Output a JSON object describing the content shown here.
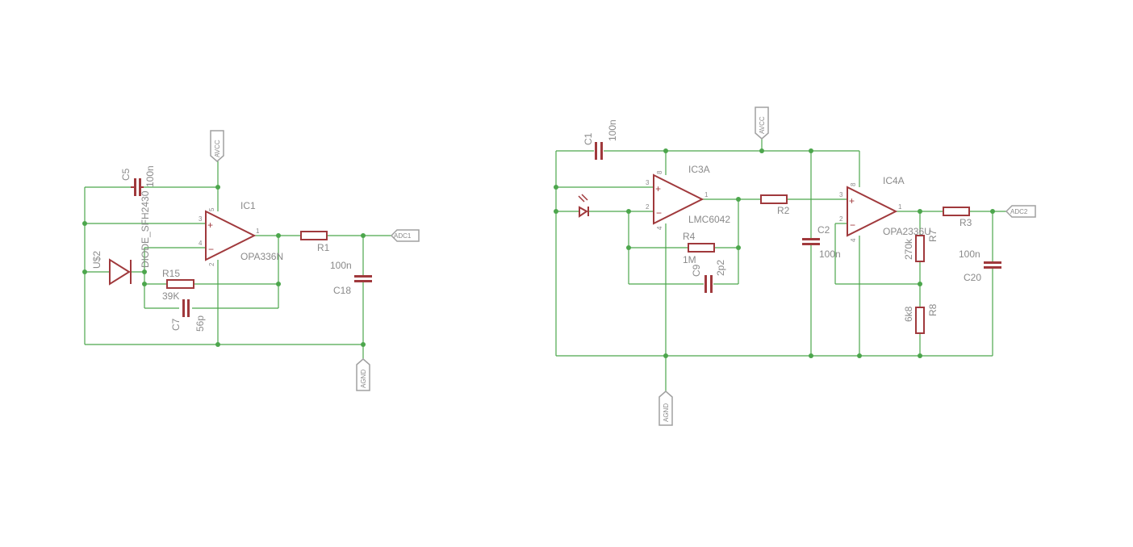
{
  "colors": {
    "wire": "#4ca64c",
    "part": "#a0393c",
    "text": "#8a8a8a",
    "port": "#a0a0a0"
  },
  "circuit1": {
    "supply_port": "AVCC",
    "ground_port": "AGND",
    "output_port": "ADC1",
    "ic1": {
      "name": "IC1",
      "value": "OPA336N",
      "pins": {
        "plus": "3",
        "minus": "4",
        "out": "1",
        "vplus": "5",
        "vminus": "2"
      }
    },
    "c5": {
      "name": "C5",
      "value": "100n"
    },
    "c7": {
      "name": "C7",
      "value": "56p"
    },
    "c18": {
      "name": "C18",
      "value": "100n"
    },
    "r15": {
      "name": "R15",
      "value": "39K"
    },
    "r1": {
      "name": "R1"
    },
    "u2": {
      "name": "U$2",
      "value": "DIODE_SFH2430"
    }
  },
  "circuit2": {
    "supply_port": "AVCC",
    "ground_port": "AGND",
    "output_port": "ADC2",
    "ic3a": {
      "name": "IC3A",
      "value": "LMC6042",
      "pins": {
        "plus": "3",
        "minus": "2",
        "out": "1",
        "vplus": "8",
        "vminus": "4"
      }
    },
    "ic4a": {
      "name": "IC4A",
      "value": "OPA2336U",
      "pins": {
        "plus": "3",
        "minus": "2",
        "out": "1",
        "vplus": "8",
        "vminus": "4"
      }
    },
    "c1": {
      "name": "C1",
      "value": "100n"
    },
    "c2": {
      "name": "C2",
      "value": "100n"
    },
    "c9": {
      "name": "C9",
      "value": "2p2"
    },
    "c20": {
      "name": "C20",
      "value": "100n"
    },
    "r2": {
      "name": "R2"
    },
    "r3": {
      "name": "R3"
    },
    "r4": {
      "name": "R4",
      "value": "1M"
    },
    "r7": {
      "name": "R7",
      "value": "270k"
    },
    "r8": {
      "name": "R8",
      "value": "6k8"
    }
  }
}
